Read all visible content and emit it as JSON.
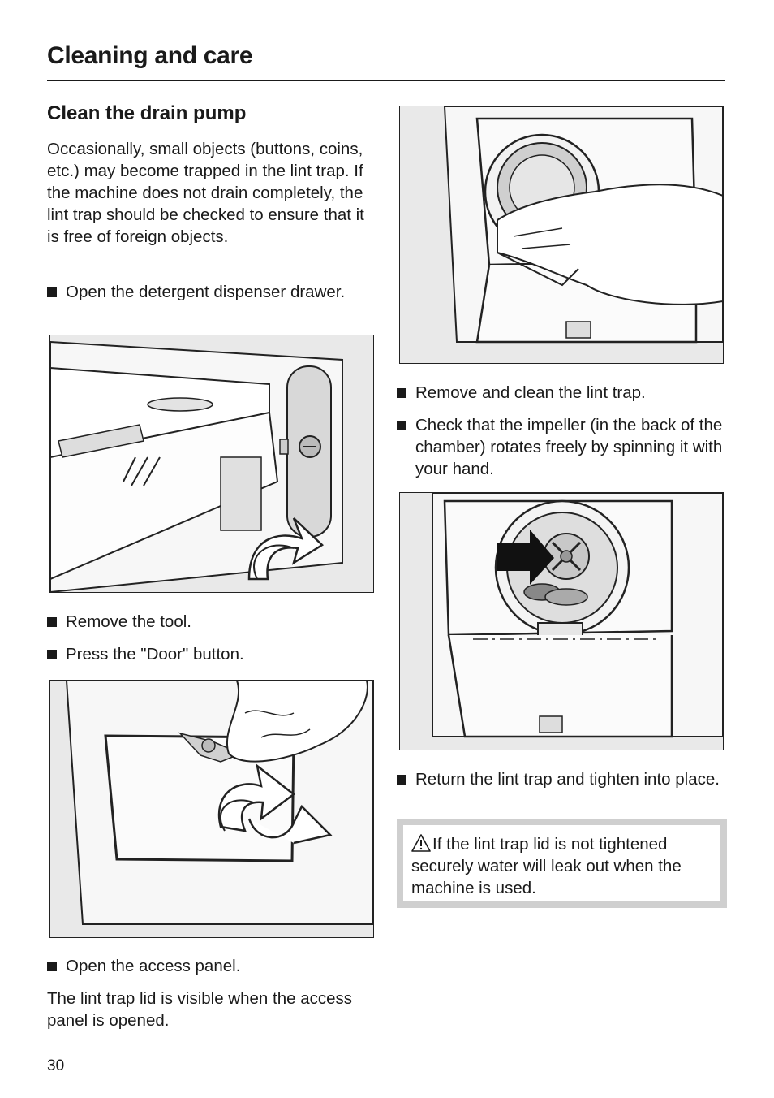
{
  "header": {
    "title": "Cleaning and care"
  },
  "section": {
    "title": "Clean the drain pump",
    "intro": "Occasionally, small objects (buttons, coins, etc.) may become trapped in the lint trap. If the machine does not drain completely, the lint trap should be checked to ensure that it is free of foreign objects."
  },
  "steps": {
    "open_drawer": "Open the detergent dispenser drawer.",
    "remove_tool": "Remove the tool.",
    "press_door": "Press the \"Door\" button.",
    "open_panel": "Open the access panel.",
    "lid_visible": "The lint trap lid is visible when the access panel is opened.",
    "remove_clean": "Remove and clean the lint trap.",
    "check_impeller": "Check that the impeller (in the back of the chamber) rotates freely by spinning it with your hand.",
    "return_trap": "Return the lint trap and tighten into place."
  },
  "warning": {
    "icon": "warning-triangle-icon",
    "text": "If the lint trap lid is not tightened securely water will leak out when the machine is used."
  },
  "illustrations": {
    "drawer": "detergent-drawer-tool-illustration",
    "door_button": "door-button-press-illustration",
    "lint_trap": "lint-trap-removal-illustration",
    "impeller": "impeller-check-illustration"
  },
  "footer": {
    "page_number": "30"
  }
}
